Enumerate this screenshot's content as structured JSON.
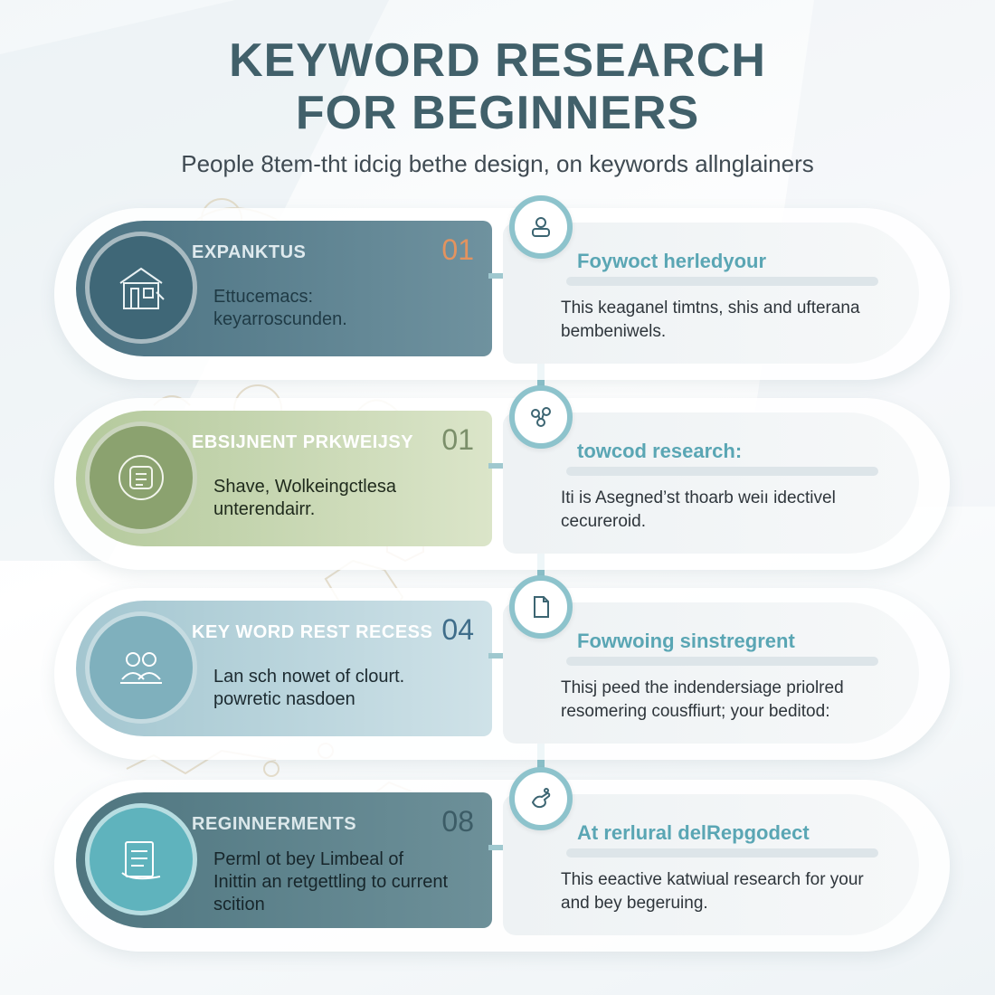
{
  "header": {
    "title_line1": "KEYWORD RESEARCH",
    "title_line2": "FOR BEGINNERS",
    "subtitle": "People 8tem-tht idcig bethe design, on keywords allnglainers"
  },
  "colors": {
    "spine": "#8dc3cc",
    "step1": "#4f7787",
    "step2": "#b9cda3",
    "step3": "#a9cad4",
    "step4": "#557b86",
    "right_title": "#5aa6b4"
  },
  "steps": [
    {
      "title": "EXPANKTUS",
      "number": "01",
      "desc_line1": "Ettucemacs:",
      "desc_line2": "keyarroscunden.",
      "icon": "building-icon",
      "node_icon": "person-badge-icon",
      "right_title": "Foywoct herledyour",
      "right_desc_line1": "This keaganel timtns, shis and ufterana",
      "right_desc_line2": "bembeniwels."
    },
    {
      "title": "EBSIJNENT PRKWEIJSY",
      "number": "01",
      "desc_line1": "Shave, Wolkeingctlesa",
      "desc_line2": "unterendairr.",
      "icon": "chip-icon",
      "node_icon": "network-icon",
      "right_title": "towcod research:",
      "right_desc_line1": "Iti is Asegned’st thoarb weiı idectivel",
      "right_desc_line2": "cecureroid."
    },
    {
      "title": "KEY WORD REST RECESS",
      "number": "04",
      "desc_line1": "Lan sch nowet of clourt.",
      "desc_line2": "powretic nasdoen",
      "icon": "people-icon",
      "node_icon": "document-icon",
      "right_title": "Fowwoing sinstregrent",
      "right_desc_line1": "Thisj peed the indendersiage priolred",
      "right_desc_line2": "resomering cousffiurt; your beditod:"
    },
    {
      "title": "REGINNERMENTS",
      "number": "08",
      "desc_line1": "Perml ot bey Limbeal of",
      "desc_line2": "Inittin an retgettling to current",
      "desc_line3": "scition",
      "icon": "list-icon",
      "node_icon": "hand-icon",
      "right_title": "At rerlural delRepgodect",
      "right_desc_line1": "This eeactive katwiual research for your",
      "right_desc_line2": "and bey begeruing."
    }
  ]
}
